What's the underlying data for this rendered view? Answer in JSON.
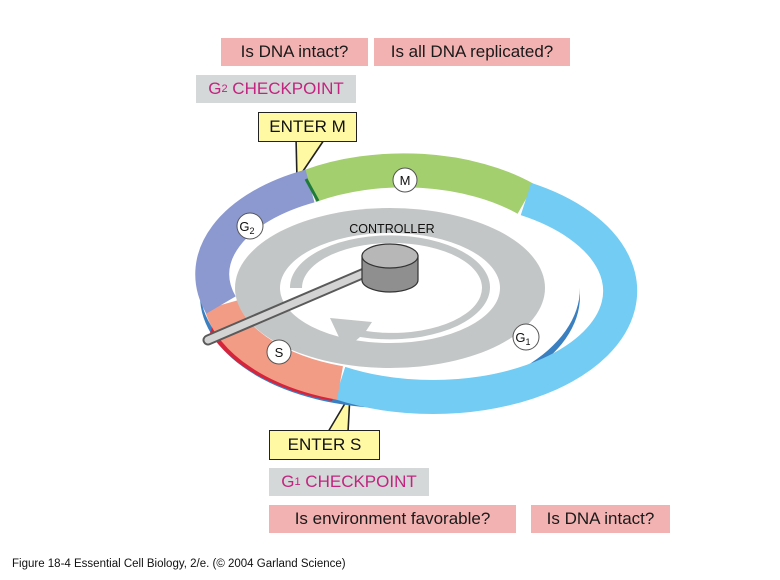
{
  "top": {
    "question_1": "Is DNA intact?",
    "question_2": "Is all DNA replicated?",
    "checkpoint_prefix": "G",
    "checkpoint_sub": "2",
    "checkpoint_suffix": " CHECKPOINT",
    "enter_label": "ENTER M"
  },
  "bottom": {
    "enter_label": "ENTER S",
    "checkpoint_prefix": "G",
    "checkpoint_sub": "1",
    "checkpoint_suffix": " CHECKPOINT",
    "question_1": "Is environment favorable?",
    "question_2": "Is DNA intact?"
  },
  "wheel": {
    "controller_label": "CONTROLLER",
    "phase_m": "M",
    "phase_g2": "G",
    "phase_g2_sub": "2",
    "phase_s": "S",
    "phase_g1": "G",
    "phase_g1_sub": "1"
  },
  "colors": {
    "m_phase": "#a3cf6f",
    "g1_phase": "#72ccf3",
    "s_phase": "#f29c85",
    "g2_phase": "#8b99d0",
    "question_box": "#f3b2b2",
    "checkpoint_box": "#d5d8d8",
    "checkpoint_text": "#c2247f",
    "enter_box": "#fff9a3"
  },
  "caption": "Figure 18-4  Essential Cell Biology, 2/e. (© 2004 Garland Science)"
}
